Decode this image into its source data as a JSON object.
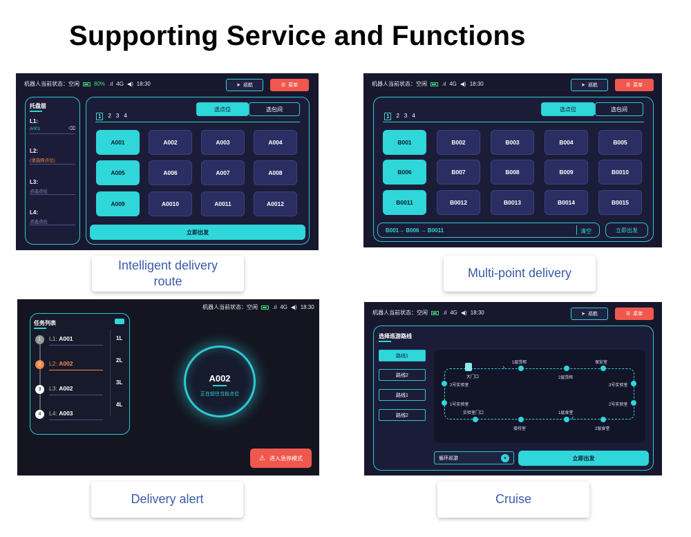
{
  "page_title": "Supporting Service and Functions",
  "status": {
    "robot_state": "机器人当前状态：空闲",
    "battery": "80%",
    "network": "4G",
    "time": "18:30"
  },
  "top_buttons": {
    "cruise": "巡航",
    "menu": "菜单"
  },
  "panel1": {
    "tray_title": "托盘层",
    "layers": [
      {
        "label": "L1:",
        "value": "A001"
      },
      {
        "label": "L2:",
        "value": "(请选择点位)"
      },
      {
        "label": "L3:",
        "value": "点选点位"
      },
      {
        "label": "L4:",
        "value": "点选点位"
      }
    ],
    "tab_point": "选点位",
    "tab_room": "选包间",
    "pages": [
      "1",
      "2",
      "3",
      "4"
    ],
    "cells": [
      "A001",
      "A002",
      "A003",
      "A004",
      "A005",
      "A006",
      "A007",
      "A008",
      "A009",
      "A0010",
      "A0011",
      "A0012"
    ],
    "go_label": "立即出发",
    "caption": "Intelligent delivery route"
  },
  "panel2": {
    "tab_point": "选点位",
    "tab_room": "选包间",
    "pages": [
      "1",
      "2",
      "3",
      "4"
    ],
    "cells": [
      "B001",
      "B002",
      "B003",
      "B004",
      "B005",
      "B006",
      "B007",
      "B008",
      "B009",
      "B0010",
      "B0011",
      "B0012",
      "B0013",
      "B0014",
      "B0015"
    ],
    "route": "B001→  B006 → B0011",
    "clear_label": "清空",
    "go_label": "立即出发",
    "caption": "Multi-point delivery"
  },
  "panel3": {
    "task_title": "任务列表",
    "tasks": [
      {
        "num": "1",
        "layer": "L1:",
        "value": "A001"
      },
      {
        "num": "2",
        "layer": "L2:",
        "value": "A002"
      },
      {
        "num": "3",
        "layer": "L3:",
        "value": "A002"
      },
      {
        "num": "4",
        "layer": "L4:",
        "value": "A003"
      }
    ],
    "levels": [
      "1L",
      "2L",
      "3L",
      "4L"
    ],
    "target": "A002",
    "target_sub": "正在前往当前点位",
    "emergency_label": "进入急停模式",
    "caption": "Delivery alert"
  },
  "panel4": {
    "select_title": "选择巡游路线",
    "routes": [
      "路线1",
      "路线2",
      "路线1",
      "路线2"
    ],
    "map_nodes": [
      "1层货柜",
      "保安室",
      "2层货柜",
      "3号实验室",
      "2号实验室",
      "2号实验室",
      "1号实验室",
      "大门口",
      "实验室门口",
      "1层食堂",
      "接待室",
      "2层食堂"
    ],
    "mode_label": "循环巡游",
    "go_label": "立即出发",
    "caption": "Cruise"
  },
  "colors": {
    "accent": "#2fd6da",
    "panel_bg": "#17182e",
    "danger": "#f0584e",
    "caption_text": "#3b5aa8"
  }
}
